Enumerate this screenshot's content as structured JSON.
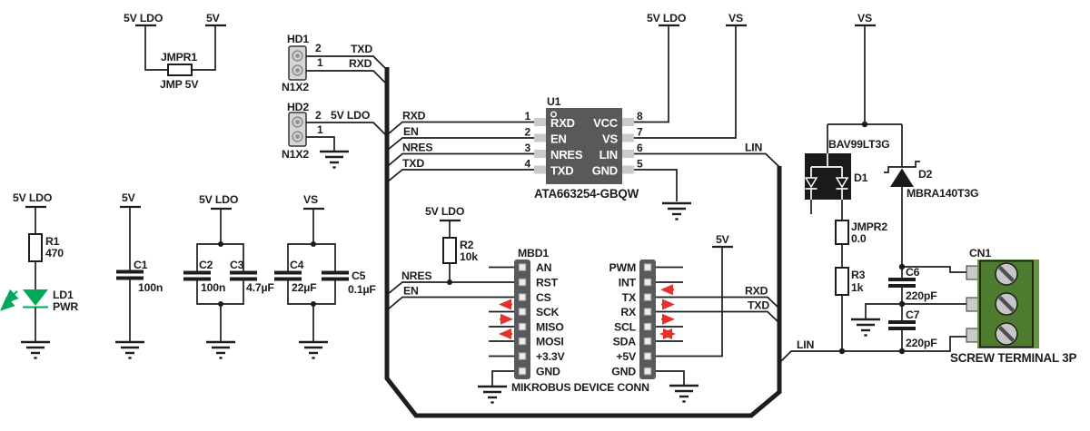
{
  "labels": {
    "v5ldo": "5V LDO",
    "v5": "5V",
    "vs": "VS",
    "rxd": "RXD",
    "txd": "TXD",
    "en": "EN",
    "nres": "NRES",
    "lin": "LIN"
  },
  "jmpr1": {
    "ref": "JMPR1",
    "note": "JMP 5V"
  },
  "hd1": {
    "ref": "HD1",
    "pkg": "N1X2",
    "p1": "1",
    "p2": "2"
  },
  "hd2": {
    "ref": "HD2",
    "pkg": "N1X2",
    "p1": "1",
    "p2": "2"
  },
  "u1": {
    "ref": "U1",
    "part": "ATA663254-GBQW",
    "pins": {
      "n1": "1",
      "n2": "2",
      "n3": "3",
      "n4": "4",
      "n5": "5",
      "n6": "6",
      "n7": "7",
      "n8": "8",
      "rxd": "RXD",
      "en": "EN",
      "nres": "NRES",
      "txd": "TXD",
      "vcc": "VCC",
      "vs": "VS",
      "lin": "LIN",
      "gnd": "GND"
    }
  },
  "r1": {
    "ref": "R1",
    "val": "470"
  },
  "r2": {
    "ref": "R2",
    "val": "10k"
  },
  "r3": {
    "ref": "R3",
    "val": "1k"
  },
  "jmpr2": {
    "ref": "JMPR2",
    "val": "0.0"
  },
  "ld1": {
    "ref": "LD1",
    "val": "PWR"
  },
  "c1": {
    "ref": "C1",
    "val": "100n"
  },
  "c2": {
    "ref": "C2",
    "val": "100n"
  },
  "c3": {
    "ref": "C3",
    "val": "4.7µF"
  },
  "c4": {
    "ref": "C4",
    "val": "22µF"
  },
  "c5": {
    "ref": "C5",
    "val": "0.1µF"
  },
  "c6": {
    "ref": "C6",
    "val": "220pF"
  },
  "c7": {
    "ref": "C7",
    "val": "220pF"
  },
  "d1": {
    "ref": "D1",
    "part": "BAV99LT3G"
  },
  "d2": {
    "ref": "D2",
    "part": "MBRA140T3G"
  },
  "cn1": {
    "ref": "CN1",
    "label": "SCREW TERMINAL 3P"
  },
  "mikrobus": {
    "ref": "MBD1",
    "title": "MIKROBUS DEVICE CONN",
    "left": [
      "AN",
      "RST",
      "CS",
      "SCK",
      "MISO",
      "MOSI",
      "+3.3V",
      "GND"
    ],
    "right": [
      "PWM",
      "INT",
      "TX",
      "RX",
      "SCL",
      "SDA",
      "+5V",
      "GND"
    ]
  },
  "colors": {
    "wire": "#1d1d1b",
    "chip_body": "#58595b",
    "chip_pin": "#c9caca",
    "led_green": "#00a859",
    "terminal_green": "#4e7c2e",
    "terminal_light": "#6a9441",
    "arrow_red": "#e5312b"
  }
}
